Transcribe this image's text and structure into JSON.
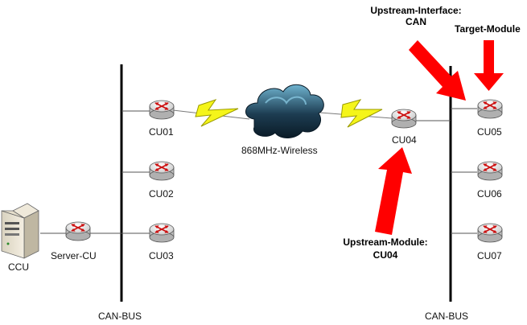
{
  "colors": {
    "bus": "#000000",
    "link": "#555555",
    "arrow": "#ff0000",
    "bolt_fill": "#f5f51a",
    "bolt_stroke": "#9a9a00",
    "cloud_dark": "#0d2233",
    "cloud_light": "#5fa6c4",
    "router_body": "#eeeeee",
    "router_mark": "#cc1111"
  },
  "icons": {
    "router": "router-icon",
    "server": "server-tower-icon",
    "cloud": "cloud-icon",
    "wireless": "lightning-bolt-icon",
    "pointer": "red-arrow-icon"
  },
  "labels": {
    "ccu": "CCU",
    "server_cu": "Server-CU",
    "cu01": "CU01",
    "cu02": "CU02",
    "cu03": "CU03",
    "cu04": "CU04",
    "cu05": "CU05",
    "cu06": "CU06",
    "cu07": "CU07",
    "wireless": "868MHz-Wireless",
    "bus_left": "CAN-BUS",
    "bus_right": "CAN-BUS"
  },
  "annotations": {
    "upstream_interface_line1": "Upstream-Interface:",
    "upstream_interface_line2": "CAN",
    "target_module": "Target-Module",
    "upstream_module_line1": "Upstream-Module:",
    "upstream_module_line2": "CU04"
  }
}
